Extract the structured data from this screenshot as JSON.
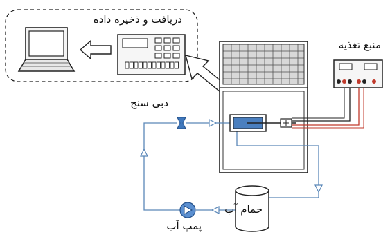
{
  "labels": {
    "data_acquisition": "دریافت و ذخیره داده",
    "power_supply": "منبع تغذیه",
    "flowmeter": "دبی سنج",
    "water_bath": "حمام آب",
    "water_pump": "پمپ آب"
  },
  "colors": {
    "flow_line": "#5a87b8",
    "sensor_blue": "#4a7fbf",
    "wire_red": "#c0392b",
    "outline": "#222222"
  },
  "icons": [
    "laptop-icon",
    "data-logger-icon",
    "power-supply-icon",
    "solar-panel-icon",
    "flowmeter-icon",
    "pump-icon",
    "water-bath-icon"
  ]
}
